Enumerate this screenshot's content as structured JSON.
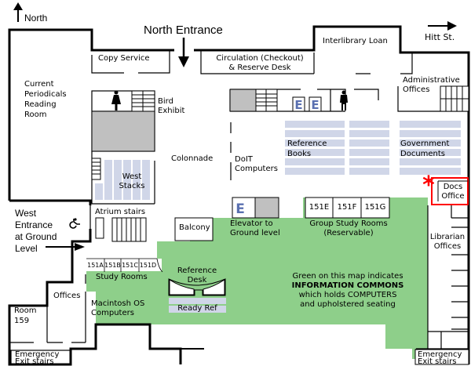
{
  "map": {
    "compass": "North",
    "north_entrance": "North Entrance",
    "hitt_st": "Hitt St.",
    "colors": {
      "information_commons": "#8ecf8a",
      "shelving": "#d0d6e8",
      "gray_area": "#c0c0c0",
      "elevator_letter": "#5a70b0",
      "highlight": "#ff0000",
      "walls": "#000000"
    },
    "rooms": {
      "copy_service": "Copy Service",
      "circulation_line1": "Circulation (Checkout)",
      "circulation_line2": "& Reserve Desk",
      "interlibrary_loan": "Interlibrary Loan",
      "periodicals": [
        "Current",
        "Periodicals",
        "Reading",
        "Room"
      ],
      "bird_exhibit": [
        "Bird",
        "Exhibit"
      ],
      "administrative_offices": [
        "Administrative",
        "Offices"
      ],
      "colonnade": "Colonnade",
      "west_stacks": [
        "West",
        "Stacks"
      ],
      "doit_computers": [
        "DoIT",
        "Computers"
      ],
      "reference_books": [
        "Reference",
        "Books"
      ],
      "government_documents": [
        "Government",
        "Documents"
      ],
      "docs_office": [
        "Docs",
        "Office"
      ],
      "west_entrance": [
        "West",
        "Entrance",
        "at Ground",
        "Level"
      ],
      "atrium_stairs": "Atrium stairs",
      "balcony": "Balcony",
      "elevator": [
        "Elevator to",
        "Ground level"
      ],
      "elevator_letter": "E",
      "group_rooms": [
        "151E",
        "151F",
        "151G"
      ],
      "group_study_rooms": [
        "Group Study Rooms",
        "(Reservable)"
      ],
      "librarian_offices": [
        "Librarian",
        "Offices"
      ],
      "study_rooms_numbers": [
        "151A",
        "151B",
        "151C",
        "151D"
      ],
      "study_rooms": "Study Rooms",
      "reference_desk": [
        "Reference",
        "Desk"
      ],
      "ready_ref": "Ready Ref",
      "offices": "Offices",
      "mac_computers": [
        "Macintosh OS",
        "Computers"
      ],
      "room_159": [
        "Room",
        "159"
      ],
      "emergency_exit": [
        "Emergency",
        "Exit stairs"
      ]
    },
    "legend": {
      "line1": "Green on this map indicates",
      "line2": "INFORMATION COMMONS",
      "line3": "which holds COMPUTERS",
      "line4": "and upholstered seating"
    }
  }
}
